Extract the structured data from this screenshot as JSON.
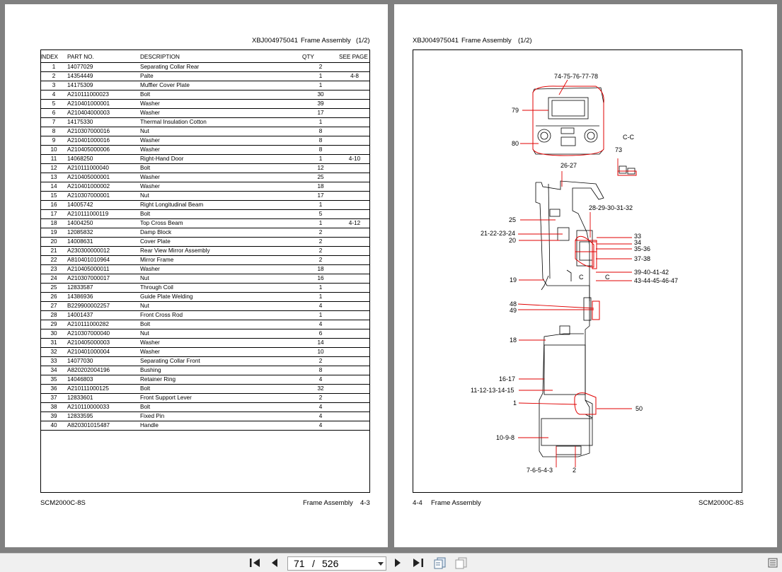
{
  "left_page": {
    "doc_code": "XBJ004975041",
    "title": "Frame Assembly",
    "part": "(1/2)",
    "columns": [
      "INDEX",
      "PART NO.",
      "DESCRIPTION",
      "QTY",
      "SEE PAGE"
    ],
    "rows": [
      [
        "1",
        "14077029",
        "Separating Collar Rear",
        "2",
        ""
      ],
      [
        "2",
        "14354449",
        "Palte",
        "1",
        "4-8"
      ],
      [
        "3",
        "14175309",
        "Muffler Cover Plate",
        "1",
        ""
      ],
      [
        "4",
        "A210111000023",
        "Bolt",
        "30",
        ""
      ],
      [
        "5",
        "A210401000001",
        "Washer",
        "39",
        ""
      ],
      [
        "6",
        "A210404000003",
        "Washer",
        "17",
        ""
      ],
      [
        "7",
        "14175330",
        "Thermal Insulation Cotton",
        "1",
        ""
      ],
      [
        "8",
        "A210307000016",
        "Nut",
        "8",
        ""
      ],
      [
        "9",
        "A210401000016",
        "Washer",
        "8",
        ""
      ],
      [
        "10",
        "A210405000006",
        "Washer",
        "8",
        ""
      ],
      [
        "11",
        "14068250",
        "Right-Hand Door",
        "1",
        "4-10"
      ],
      [
        "12",
        "A210111000040",
        "Bolt",
        "12",
        ""
      ],
      [
        "13",
        "A210405000001",
        "Washer",
        "25",
        ""
      ],
      [
        "14",
        "A210401000002",
        "Washer",
        "18",
        ""
      ],
      [
        "15",
        "A210307000001",
        "Nut",
        "17",
        ""
      ],
      [
        "16",
        "14005742",
        "Right Longitudinal Beam",
        "1",
        ""
      ],
      [
        "17",
        "A210111000119",
        "Bolt",
        "5",
        ""
      ],
      [
        "18",
        "14004250",
        "Top Cross Beam",
        "1",
        "4-12"
      ],
      [
        "19",
        "12085832",
        "Damp Block",
        "2",
        ""
      ],
      [
        "20",
        "14008631",
        "Cover Plate",
        "2",
        ""
      ],
      [
        "21",
        "A230300000012",
        "Rear View Mirror Assembly",
        "2",
        ""
      ],
      [
        "22",
        "A810401010964",
        "Mirror Frame",
        "2",
        ""
      ],
      [
        "23",
        "A210405000011",
        "Washer",
        "18",
        ""
      ],
      [
        "24",
        "A210307000017",
        "Nut",
        "16",
        ""
      ],
      [
        "25",
        "12833587",
        "Through Coil",
        "1",
        ""
      ],
      [
        "26",
        "14386936",
        "Guide Plate Welding",
        "1",
        ""
      ],
      [
        "27",
        "B229900002257",
        "Nut",
        "4",
        ""
      ],
      [
        "28",
        "14001437",
        "Front Cross Rod",
        "1",
        ""
      ],
      [
        "29",
        "A210111000282",
        "Bolt",
        "4",
        ""
      ],
      [
        "30",
        "A210307000040",
        "Nut",
        "6",
        ""
      ],
      [
        "31",
        "A210405000003",
        "Washer",
        "14",
        ""
      ],
      [
        "32",
        "A210401000004",
        "Washer",
        "10",
        ""
      ],
      [
        "33",
        "14077030",
        "Separating Collar Front",
        "2",
        ""
      ],
      [
        "34",
        "A820202004196",
        "Bushing",
        "8",
        ""
      ],
      [
        "35",
        "14046803",
        "Retainer Ring",
        "4",
        ""
      ],
      [
        "36",
        "A210111000125",
        "Bolt",
        "32",
        ""
      ],
      [
        "37",
        "12833601",
        "Front Support Lever",
        "2",
        ""
      ],
      [
        "38",
        "A210110000033",
        "Bolt",
        "4",
        ""
      ],
      [
        "39",
        "12833595",
        "Fixed Pin",
        "4",
        ""
      ],
      [
        "40",
        "A820301015487",
        "Handle",
        "4",
        ""
      ]
    ],
    "footer_model": "SCM2000C-8S",
    "footer_title": "Frame Assembly",
    "footer_page": "4-3"
  },
  "right_page": {
    "doc_code": "XBJ004975041",
    "title": "Frame Assembly",
    "part": "(1/2)",
    "footer_page": "4-4",
    "footer_title": "Frame Assembly",
    "footer_model": "SCM2000C-8S",
    "callouts": {
      "c74_78": "74-75-76-77-78",
      "c79": "79",
      "c80": "80",
      "cCC": "C-C",
      "c73": "73",
      "c26_27": "26-27",
      "c28_32": "28-29-30-31-32",
      "c25": "25",
      "c21_24": "21-22-23-24",
      "c20": "20",
      "c33": "33",
      "c34": "34",
      "c35_36": "35-36",
      "c37_38": "37-38",
      "c39_42": "39-40-41-42",
      "c43_47": "43-44-45-46-47",
      "c19": "19",
      "cC1": "C",
      "cC2": "C",
      "c48": "48",
      "c49": "49",
      "c18": "18",
      "c16_17": "16-17",
      "c11_15": "11-12-13-14-15",
      "c1": "1",
      "c50": "50",
      "c10_8": "10-9-8",
      "c7_3": "7-6-5-4-3",
      "c2": "2"
    }
  },
  "toolbar": {
    "current_page": "71",
    "separator": "/",
    "total_pages": "526"
  },
  "colors": {
    "highlight": "#e00000",
    "background": "#808080"
  }
}
